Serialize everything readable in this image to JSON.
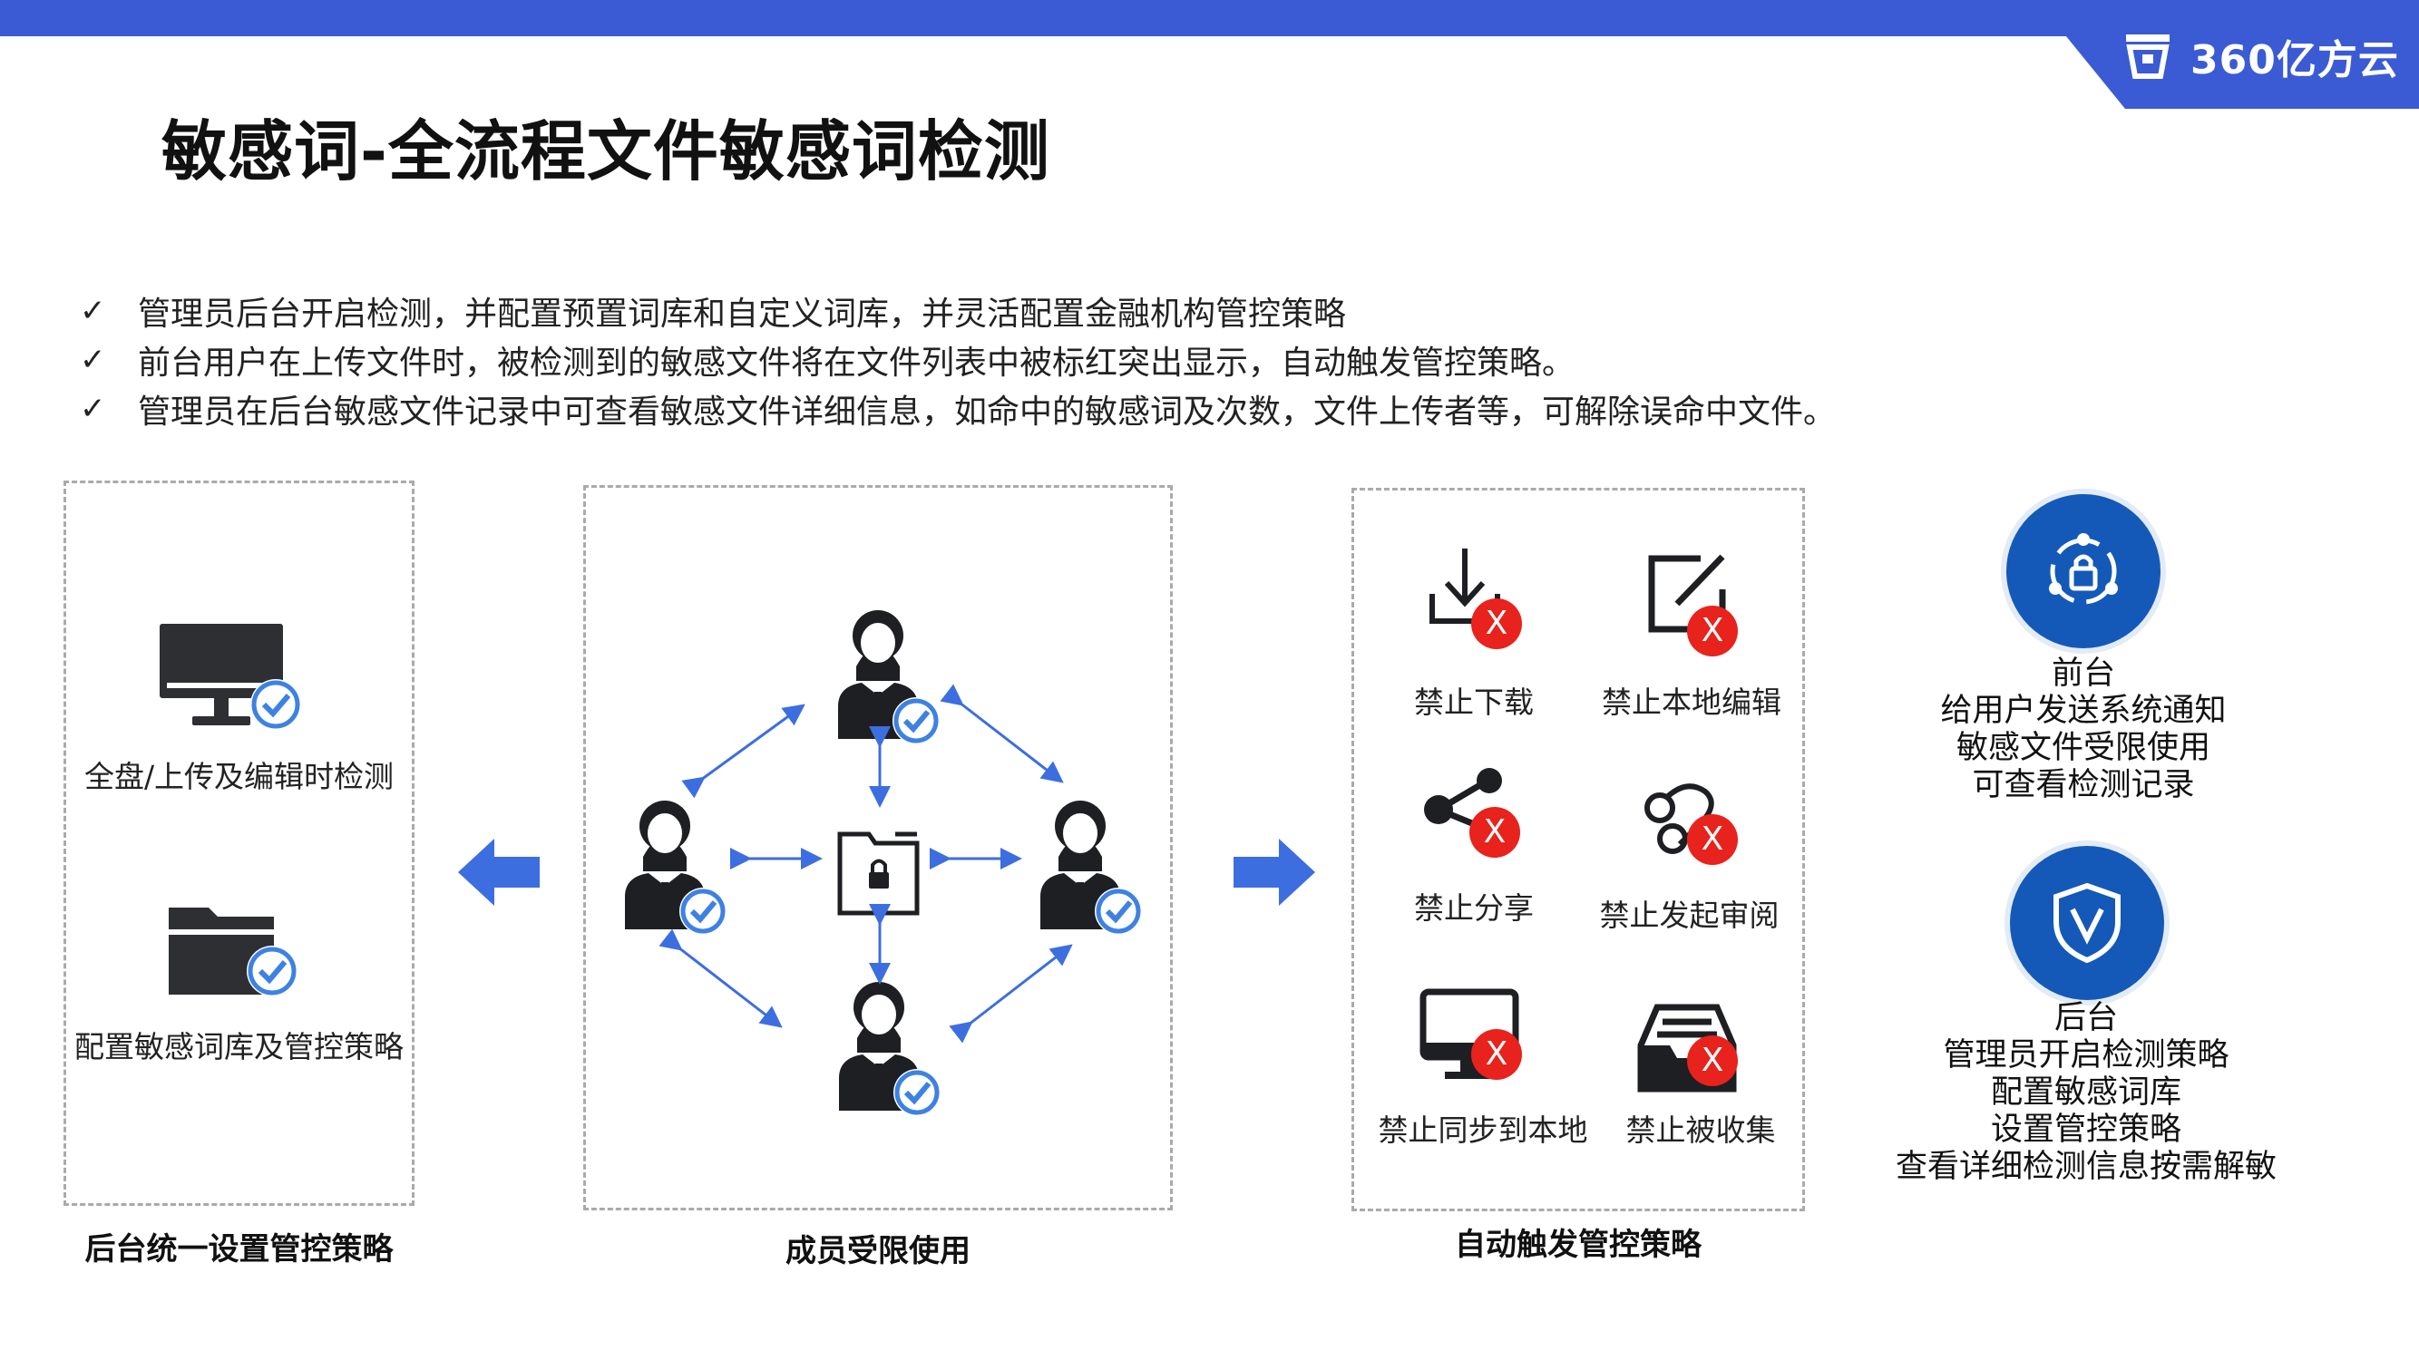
{
  "header": {
    "brand": "360亿方云",
    "accent_color": "#3a5bd4"
  },
  "title": "敏感词-全流程文件敏感词检测",
  "bullets": [
    "管理员后台开启检测，并配置预置词库和自定义词库，并灵活配置金融机构管控策略",
    "前台用户在上传文件时，被检测到的敏感文件将在文件列表中被标红突出显示，自动触发管控策略。",
    "管理员在后台敏感文件记录中可查看敏感文件详细信息，如命中的敏感词及次数，文件上传者等，可解除误命中文件。"
  ],
  "left_panel": {
    "item1": "全盘/上传及编辑时检测",
    "item2": "配置敏感词库及管控策略",
    "caption": "后台统一设置管控策略"
  },
  "middle_panel": {
    "caption": "成员受限使用"
  },
  "policy_panel": {
    "items": [
      "禁止下载",
      "禁止本地编辑",
      "禁止分享",
      "禁止发起审阅",
      "禁止同步到本地",
      "禁止被收集"
    ],
    "x_mark": "X",
    "caption": "自动触发管控策略"
  },
  "front": {
    "title": "前台",
    "lines": [
      "给用户发送系统通知",
      "敏感文件受限使用",
      "可查看检测记录"
    ]
  },
  "back": {
    "title": "后台",
    "lines": [
      "管理员开启检测策略",
      "配置敏感词库",
      "设置管控策略",
      "查看详细检测信息按需解敏"
    ]
  }
}
